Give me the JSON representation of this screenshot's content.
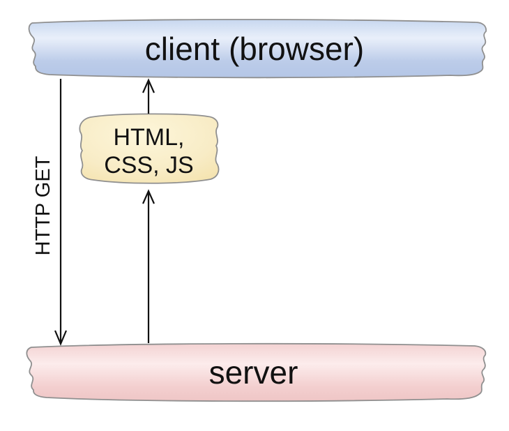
{
  "nodes": {
    "client": {
      "label": "client (browser)"
    },
    "assets": {
      "label": "HTML,\nCSS, JS"
    },
    "server": {
      "label": "server"
    }
  },
  "edges": {
    "request": {
      "label": "HTTP GET"
    }
  },
  "colors": {
    "client_top": "#c7d7ef",
    "client_mid": "#e9effa",
    "client_low": "#bccce9",
    "client_bottom": "#b4c6e6",
    "assets_light": "#fdf6da",
    "assets_mid": "#f8ecc6",
    "assets_dark": "#f3dfa4",
    "server_top": "#f3d2d2",
    "server_mid": "#fcecec",
    "server_low": "#f3cfcf",
    "server_bottom": "#efc6c6",
    "border_color": "#8f8f8f",
    "arrow_color": "#111111",
    "text_color": "#111111"
  }
}
